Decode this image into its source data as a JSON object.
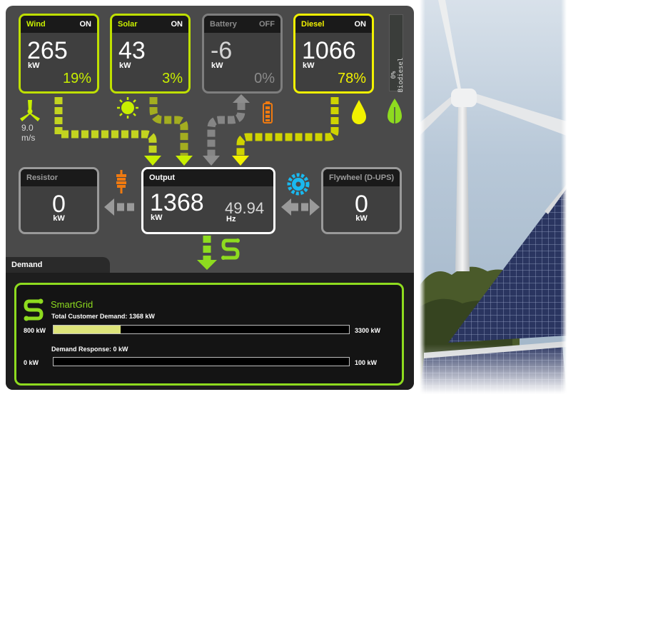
{
  "colors": {
    "green": "#c8ef00",
    "yellow": "#f2f200",
    "grey": "#8b8b8b",
    "orange": "#f07a10",
    "blue": "#19b9f0",
    "smartgrid": "#8edb1f"
  },
  "wind": {
    "label": "Wind",
    "status": "ON",
    "value": "265",
    "unit": "kW",
    "percent": "19%",
    "speed": "9.0",
    "speed_unit": "m/s"
  },
  "solar": {
    "label": "Solar",
    "status": "ON",
    "value": "43",
    "unit": "kW",
    "percent": "3%"
  },
  "battery": {
    "label": "Battery",
    "status": "OFF",
    "value": "-6",
    "unit": "kW",
    "percent": "0%"
  },
  "diesel": {
    "label": "Diesel",
    "status": "ON",
    "value": "1066",
    "unit": "kW",
    "percent": "78%"
  },
  "biodiesel": {
    "label": "0% Biodiesel",
    "level": 0
  },
  "resistor": {
    "label": "Resistor",
    "value": "0",
    "unit": "kW"
  },
  "output": {
    "label": "Output",
    "value": "1368",
    "unit": "kW",
    "frequency": "49.94",
    "frequency_unit": "Hz"
  },
  "flywheel": {
    "label": "Flywheel (D-UPS)",
    "value": "0",
    "unit": "kW"
  },
  "demand": {
    "tab_label": "Demand",
    "smartgrid_title": "SmartGrid",
    "customer_demand_label": "Total Customer Demand: 1368 kW",
    "customer_demand": {
      "min_label": "800 kW",
      "max_label": "3300 kW",
      "min": 800,
      "max": 3300,
      "value": 1368
    },
    "response_label": "Demand Response: 0 kW",
    "response": {
      "min_label": "0 kW",
      "max_label": "100 kW",
      "min": 0,
      "max": 100,
      "value": 0
    }
  },
  "icons": [
    "wind-turbine-icon",
    "sun-icon",
    "battery-icon",
    "diesel-drop-icon",
    "biodiesel-leaf-icon",
    "resistor-icon",
    "flywheel-gear-icon",
    "smartgrid-icon"
  ]
}
